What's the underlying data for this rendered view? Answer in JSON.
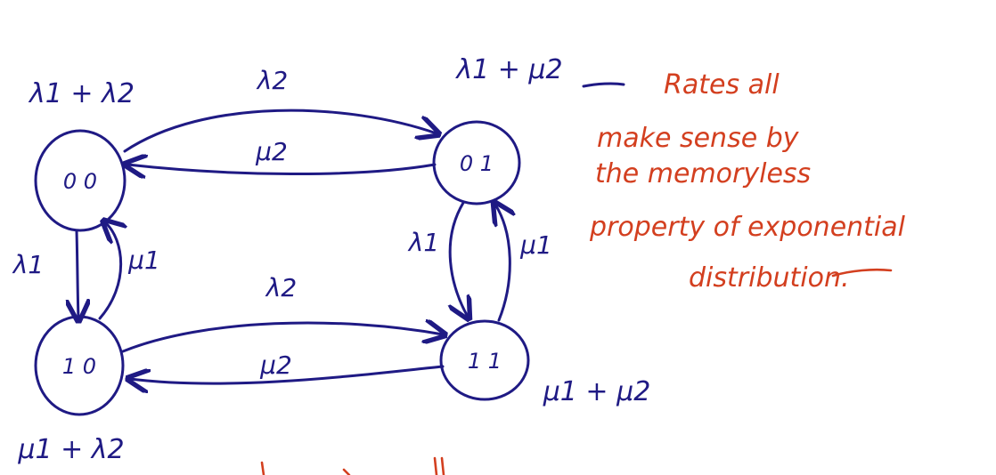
{
  "states": [
    {
      "id": "00",
      "label": "0 0",
      "rate_out": "λ1 + λ2"
    },
    {
      "id": "01",
      "label": "0 1",
      "rate_out": "λ1 + μ2"
    },
    {
      "id": "10",
      "label": "1 0",
      "rate_out": "μ1 + λ2"
    },
    {
      "id": "11",
      "label": "1 1",
      "rate_out": "μ1 + μ2"
    }
  ],
  "transitions": [
    {
      "from": "00",
      "to": "01",
      "label": "λ2"
    },
    {
      "from": "01",
      "to": "00",
      "label": "μ2"
    },
    {
      "from": "00",
      "to": "10",
      "label": "λ1"
    },
    {
      "from": "10",
      "to": "00",
      "label": "μ1"
    },
    {
      "from": "01",
      "to": "11",
      "label": "λ1"
    },
    {
      "from": "11",
      "to": "01",
      "label": "μ1"
    },
    {
      "from": "10",
      "to": "11",
      "label": "λ2"
    },
    {
      "from": "11",
      "to": "10",
      "label": "μ2"
    }
  ],
  "note": {
    "lines": [
      "Rates all",
      "make sense by",
      "the memoryless",
      "property of exponential",
      "distribution."
    ]
  },
  "colors": {
    "diagram_ink": "#1f1a84",
    "note_ink": "#d33f1f"
  }
}
